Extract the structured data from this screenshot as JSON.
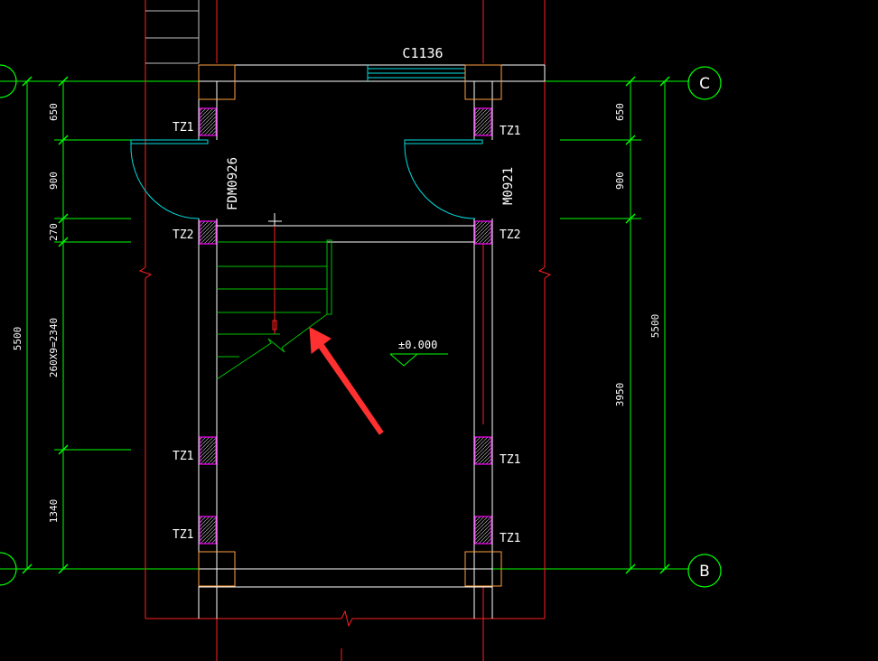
{
  "colors": {
    "background": "#000000",
    "wall": "#ffffff",
    "axis": "#00ff00",
    "red_line": "#ff2020",
    "column_hatch": "#ff00ff",
    "column_outline": "#ffa040",
    "door": "#00e0e0",
    "stair": "#00c000",
    "arrow": "#ff3030"
  },
  "grid_labels": {
    "top": "C",
    "bottom": "B"
  },
  "window_label": "C1136",
  "door_left_label": "FDM0926",
  "door_right_label": "M0921",
  "columns": {
    "tz1": "TZ1",
    "tz2": "TZ2"
  },
  "elevation_label": "±0.000",
  "left_dims": {
    "overall": "5500",
    "d1": "650",
    "d2": "900",
    "d3": "270",
    "d4": "260X9=2340",
    "d5": "1340"
  },
  "right_dims": {
    "overall": "5500",
    "d1": "650",
    "d2": "900",
    "d3": "3950"
  },
  "icons": {
    "pointer_arrow": "arrow-icon",
    "elevation_marker": "elevation-triangle-icon",
    "break_symbol": "break-line-icon"
  }
}
